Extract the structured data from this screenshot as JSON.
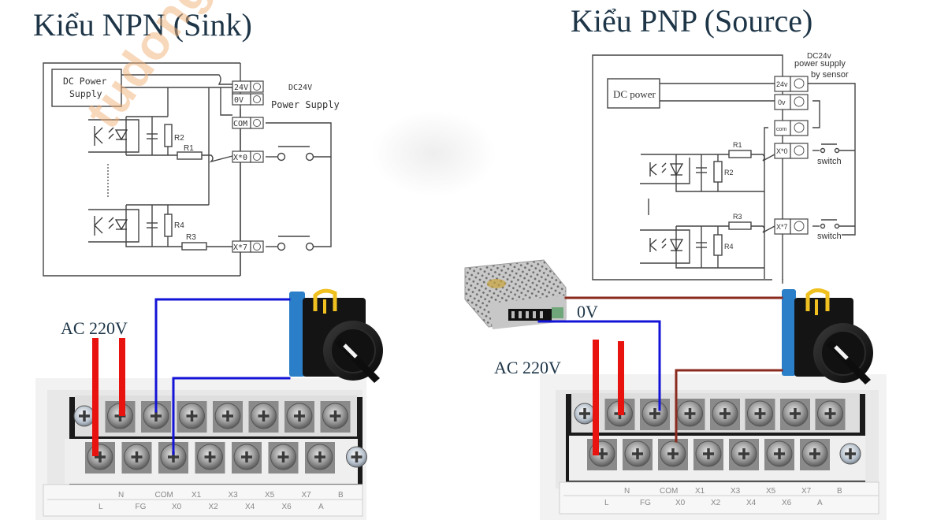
{
  "titles": {
    "npn": "Kiểu NPN (Sink)",
    "pnp": "Kiểu PNP (Source)"
  },
  "watermark": "tudong",
  "npn_schematic": {
    "dc_power_box": [
      "DC Power",
      "Supply"
    ],
    "supply_label": [
      "DC24V",
      "Power Supply"
    ],
    "terminals": [
      "24V",
      "0V",
      "COM",
      "X*0",
      "X*7"
    ],
    "resistors": [
      "R1",
      "R2",
      "R3",
      "R4"
    ]
  },
  "pnp_schematic": {
    "dc_power_box": "DC power",
    "supply_label": [
      "DC24v",
      "power supply",
      "by sensor"
    ],
    "terminals": [
      "24v",
      "0v",
      "com",
      "X*0",
      "X*7"
    ],
    "resistors": [
      "R1",
      "R2",
      "R3",
      "R4"
    ],
    "switch_labels": [
      "switch",
      "switch"
    ]
  },
  "wiring": {
    "npn_ac_label": "AC 220V",
    "pnp_ac_label": "AC 220V",
    "pnp_0v_label": "0V",
    "colors": {
      "ac_wire": "#e8120e",
      "dc_wire_blue": "#1414d8",
      "dc_wire_brown": "#8b2a1e",
      "switch_blue": "#2a7fc8",
      "switch_yellow": "#f0c020",
      "title_text": "#1d3547"
    }
  },
  "terminal_block": {
    "top_row_labels": [
      "N",
      "COM",
      "X1",
      "X3",
      "X5",
      "X7",
      "B"
    ],
    "bottom_row_labels": [
      "L",
      "FG",
      "X0",
      "X2",
      "X4",
      "X6",
      "A"
    ]
  }
}
